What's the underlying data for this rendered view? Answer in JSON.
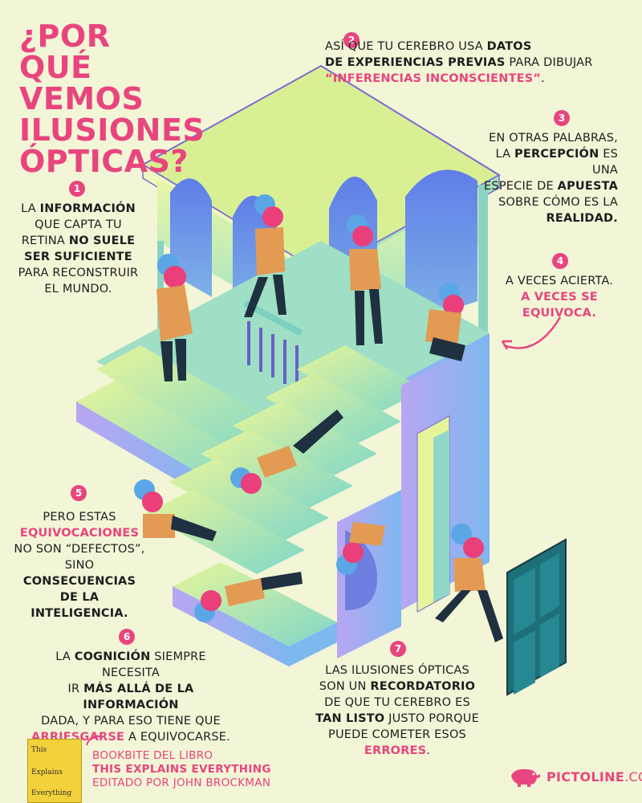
{
  "title": [
    "¿POR QUÉ",
    "VEMOS",
    "ILUSIONES",
    "ÓPTICAS?"
  ],
  "steps": [
    {
      "number": "1",
      "lines": [
        [
          {
            "t": "LA ",
            "b": false
          },
          {
            "t": "INFORMACIÓN",
            "b": true
          }
        ],
        [
          {
            "t": "QUE CAPTA TU",
            "b": false
          }
        ],
        [
          {
            "t": "RETINA ",
            "b": false
          },
          {
            "t": "NO SUELE",
            "b": true
          }
        ],
        [
          {
            "t": "SER SUFICIENTE",
            "b": true
          }
        ],
        [
          {
            "t": "PARA RECONSTRUIR",
            "b": false
          }
        ],
        [
          {
            "t": "EL MUNDO.",
            "b": false
          }
        ]
      ]
    },
    {
      "number": "2",
      "lines": [
        [
          {
            "t": "ASÍ QUE TU CEREBRO USA ",
            "b": false
          },
          {
            "t": "DATOS",
            "b": true
          }
        ],
        [
          {
            "t": "DE EXPERIENCIAS PREVIAS",
            "b": true
          },
          {
            "t": " PARA DIBUJAR",
            "b": false
          }
        ],
        [
          {
            "t": "“INFERENCIAS INCONSCIENTES”",
            "b": true,
            "p": true
          },
          {
            "t": ".",
            "b": false
          }
        ]
      ]
    },
    {
      "number": "3",
      "lines": [
        [
          {
            "t": "EN OTRAS PALABRAS,",
            "b": false
          }
        ],
        [
          {
            "t": "LA ",
            "b": false
          },
          {
            "t": "PERCEPCIÓN",
            "b": true
          },
          {
            "t": " ES UNA",
            "b": false
          }
        ],
        [
          {
            "t": "ESPECIE DE ",
            "b": false
          },
          {
            "t": "APUESTA",
            "b": true
          }
        ],
        [
          {
            "t": "SOBRE CÓMO ES LA",
            "b": false
          }
        ],
        [
          {
            "t": "REALIDAD.",
            "b": true
          }
        ]
      ]
    },
    {
      "number": "4",
      "lines": [
        [
          {
            "t": "A VECES ACIERTA.",
            "b": false
          }
        ],
        [
          {
            "t": "A VECES SE",
            "b": true,
            "p": true
          }
        ],
        [
          {
            "t": "EQUIVOCA.",
            "b": true,
            "p": true
          }
        ]
      ]
    },
    {
      "number": "5",
      "lines": [
        [
          {
            "t": "PERO ESTAS",
            "b": false
          }
        ],
        [
          {
            "t": "EQUIVOCACIONES",
            "b": true,
            "p": true
          }
        ],
        [
          {
            "t": "NO SON “DEFECTOS”,",
            "b": false
          }
        ],
        [
          {
            "t": "SINO ",
            "b": false
          },
          {
            "t": "CONSECUENCIAS",
            "b": true
          }
        ],
        [
          {
            "t": "DE LA INTELIGENCIA.",
            "b": true
          }
        ]
      ]
    },
    {
      "number": "6",
      "lines": [
        [
          {
            "t": "LA ",
            "b": false
          },
          {
            "t": "COGNICIÓN",
            "b": true
          },
          {
            "t": " SIEMPRE NECESITA",
            "b": false
          }
        ],
        [
          {
            "t": "IR ",
            "b": false
          },
          {
            "t": "MÁS ALLÁ DE LA INFORMACIÓN",
            "b": true
          }
        ],
        [
          {
            "t": "DADA, Y PARA ESO TIENE QUE",
            "b": false
          }
        ],
        [
          {
            "t": "ARRIESGARSE",
            "b": true,
            "p": true
          },
          {
            "t": " A EQUIVOCARSE.",
            "b": false
          }
        ]
      ]
    },
    {
      "number": "7",
      "lines": [
        [
          {
            "t": "LAS ILUSIONES ÓPTICAS",
            "b": false
          }
        ],
        [
          {
            "t": "SON UN ",
            "b": false
          },
          {
            "t": "RECORDATORIO",
            "b": true
          }
        ],
        [
          {
            "t": "DE QUE TU CEREBRO ES",
            "b": false
          }
        ],
        [
          {
            "t": "TAN LISTO",
            "b": true
          },
          {
            "t": " JUSTO PORQUE",
            "b": false
          }
        ],
        [
          {
            "t": "PUEDE COMETER ESOS ",
            "b": false
          },
          {
            "t": "ERRORES",
            "b": true,
            "p": true
          },
          {
            "t": ".",
            "b": false
          }
        ]
      ]
    }
  ],
  "book_cover": [
    "This",
    "Explains",
    "Everything"
  ],
  "credit": {
    "line1": "BOOKBITE DEL LIBRO",
    "line2": "THIS EXPLAINS EVERYTHING",
    "line3": "EDITADO POR JOHN BROCKMAN"
  },
  "brand": {
    "name": "PICTOLINE",
    "domain": ".COM"
  },
  "colors": {
    "accent": "#e8457e",
    "background": "#f3f5d7",
    "stairs": "#a8e6c6",
    "arches": "#6f7fe0",
    "door": "#1d6f78"
  }
}
